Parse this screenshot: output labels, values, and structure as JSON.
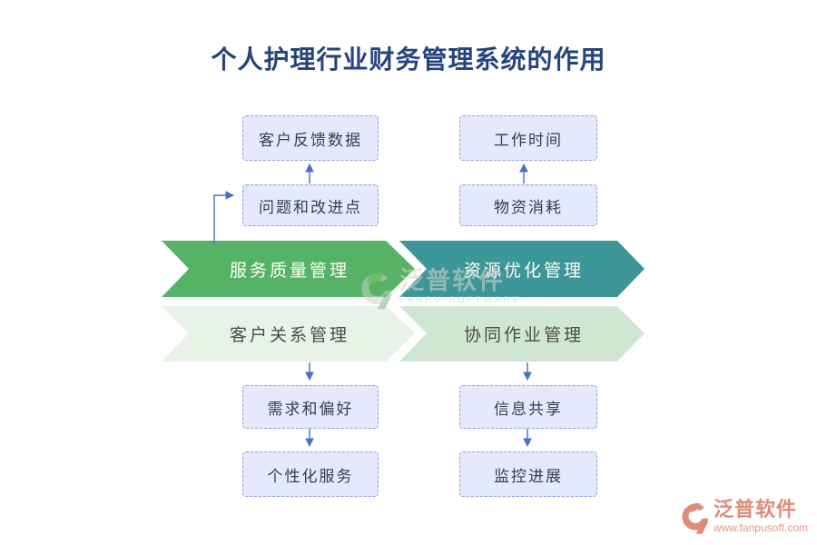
{
  "diagram": {
    "title": "个人护理行业财务管理系统的作用",
    "title_color": "#26457c",
    "connector_color": "#4472c4",
    "box_style": {
      "fill": "#e4e9fb",
      "border": "#8f9ce4",
      "text": "#333f52"
    },
    "columns": [
      {
        "id": "service-quality-flow",
        "top_boxes": [
          {
            "label": "客户反馈数据"
          },
          {
            "label": "问题和改进点"
          }
        ],
        "band_primary": {
          "label": "服务质量管理",
          "fill": "#56b366",
          "text_color": "#fbfff2"
        },
        "band_secondary": {
          "label": "客户关系管理",
          "fill": "#e6f3e6",
          "text_color": "#4b4b4b"
        },
        "bottom_boxes": [
          {
            "label": "需求和偏好"
          },
          {
            "label": "个性化服务"
          }
        ]
      },
      {
        "id": "resource-optimization-flow",
        "top_boxes": [
          {
            "label": "工作时间"
          },
          {
            "label": "物资消耗"
          }
        ],
        "band_primary": {
          "label": "资源优化管理",
          "fill": "#3d9799",
          "text_color": "#fbfff2"
        },
        "band_secondary": {
          "label": "协同作业管理",
          "fill": "#cfe7d0",
          "text_color": "#4b4b4b"
        },
        "bottom_boxes": [
          {
            "label": "信息共享"
          },
          {
            "label": "监控进展"
          }
        ]
      }
    ]
  },
  "watermark": {
    "brand": "泛普软件",
    "caption": "FANPU SOFTWARE"
  },
  "footer_logo": {
    "brand": "泛普软件",
    "caption": "www.fanpusoft.com",
    "color": "#df8b79"
  }
}
